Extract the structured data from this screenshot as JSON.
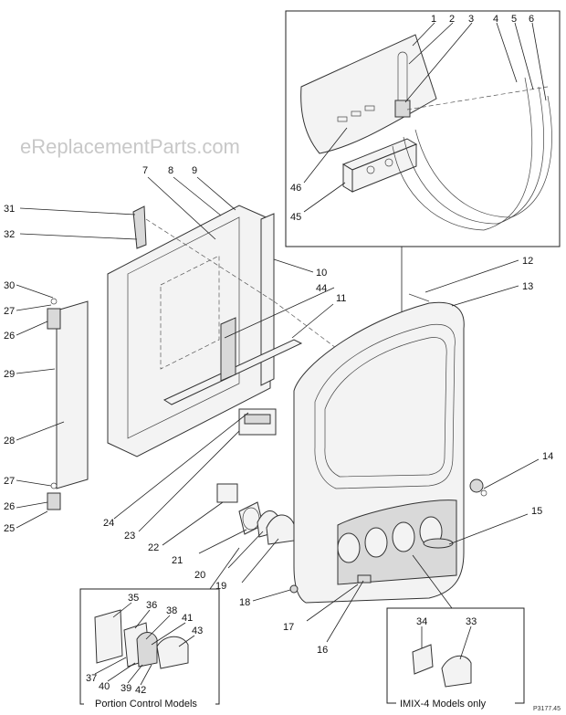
{
  "watermark": "eReplacementParts.com",
  "drawing_code": "P3177.45",
  "captions": {
    "portion_control": "Portion Control Models",
    "imix4": "IMIX-4 Models only"
  },
  "callouts": {
    "c1": "1",
    "c2": "2",
    "c3": "3",
    "c4": "4",
    "c5": "5",
    "c6": "6",
    "c7": "7",
    "c8": "8",
    "c9": "9",
    "c10": "10",
    "c11": "11",
    "c12": "12",
    "c13": "13",
    "c14": "14",
    "c15": "15",
    "c16": "16",
    "c17": "17",
    "c18": "18",
    "c19": "19",
    "c20": "20",
    "c21": "21",
    "c22": "22",
    "c23": "23",
    "c24": "24",
    "c25": "25",
    "c26a": "26",
    "c26b": "26",
    "c27a": "27",
    "c27b": "27",
    "c28": "28",
    "c29": "29",
    "c30": "30",
    "c31": "31",
    "c32": "32",
    "c33": "33",
    "c34": "34",
    "c35": "35",
    "c36": "36",
    "c37": "37",
    "c38": "38",
    "c39": "39",
    "c40": "40",
    "c41": "41",
    "c42": "42",
    "c43": "43",
    "c44": "44",
    "c45": "45",
    "c46": "46"
  }
}
